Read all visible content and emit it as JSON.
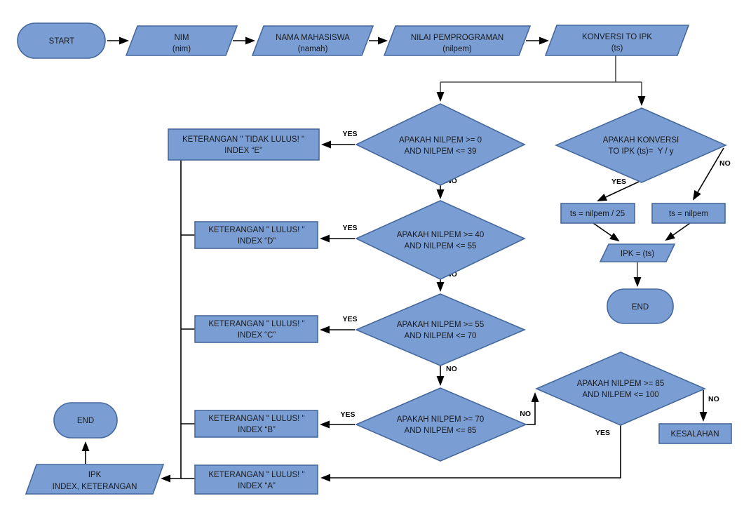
{
  "flowchart": {
    "colors": {
      "shape_fill": "#7a9ed4",
      "shape_stroke": "#45699d",
      "line": "#000000",
      "connector_gray": "#4d4d4d",
      "text": "#1a1a1a"
    },
    "labels": {
      "yes": "YES",
      "no": "NO"
    },
    "nodes": {
      "start": {
        "label": "START"
      },
      "nim": {
        "line1": "NIM",
        "line2": "(nim)"
      },
      "nama": {
        "line1": "NAMA MAHASISWA",
        "line2": "(namah)"
      },
      "nilai": {
        "line1": "NILAI PEMPROGRAMAN",
        "line2": "(nilpem)"
      },
      "konversi": {
        "line1": "KONVERSI TO IPK",
        "line2": "(ts)"
      },
      "dec_0_39": {
        "line1": "APAKAH NILPEM >= 0",
        "line2": "AND NILPEM <= 39"
      },
      "dec_40_55": {
        "line1": "APAKAH NILPEM >= 40",
        "line2": "AND NILPEM <= 55"
      },
      "dec_55_70": {
        "line1": "APAKAH NILPEM >= 55",
        "line2": "AND NILPEM <= 70"
      },
      "dec_70_85": {
        "line1": "APAKAH NILPEM >= 70",
        "line2": "AND NILPEM <= 85"
      },
      "dec_85_100": {
        "line1": "APAKAH NILPEM >= 85",
        "line2": "AND NILPEM <= 100"
      },
      "dec_konversi": {
        "line1": "APAKAH KONVERSI",
        "line2": "TO IPK (ts)=  Y / y"
      },
      "ket_e": {
        "line1": "KETERANGAN \" TIDAK LULUS! \"",
        "line2": "INDEX “E”"
      },
      "ket_d": {
        "line1": "KETERANGAN \" LULUS! \"",
        "line2": "INDEX “D”"
      },
      "ket_c": {
        "line1": "KETERANGAN \" LULUS! \"",
        "line2": "INDEX “C”"
      },
      "ket_b": {
        "line1": "KETERANGAN \" LULUS! \"",
        "line2": "INDEX “B”"
      },
      "ket_a": {
        "line1": "KETERANGAN \" LULUS! \"",
        "line2": "INDEX “A”"
      },
      "ts_div": {
        "label": "ts = nilpem / 25"
      },
      "ts_eq": {
        "label": "ts = nilpem"
      },
      "ipk_ts": {
        "label": "IPK = (ts)"
      },
      "kesalahan": {
        "label": "KESALAHAN"
      },
      "end_right": {
        "label": "END"
      },
      "end_left": {
        "label": "END"
      },
      "output": {
        "line1": "IPK",
        "line2": "INDEX, KETERANGAN"
      }
    }
  }
}
